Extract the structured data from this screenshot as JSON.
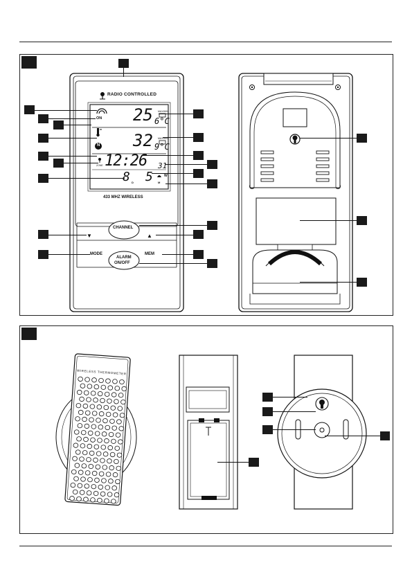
{
  "figure_a": {
    "radio_label": "RADIO CONTROLLED",
    "on_label": "ON",
    "temp1_main": "25",
    "temp1_dec": "6°C",
    "temp2_main": "32",
    "temp2_dec": "9°C",
    "time": "12:26",
    "seconds": "31",
    "date_left": "8",
    "date_right": "5",
    "date_sub_left": "D",
    "date_sub_right": "M",
    "weekday_indicator": "W",
    "zone_label": "ZONE",
    "indoor_symbol": "N",
    "frequency_label": "433 MHZ WIRELESS",
    "button_channel": "CHANNEL",
    "button_down": "▼",
    "button_up": "▲",
    "button_mode": "MODE",
    "button_mem": "MEM",
    "button_alarm_line1": "ALARM",
    "button_alarm_line2": "ON/OFF",
    "tiny_label_1": "MAX/MIN",
    "tiny_label_2": "MAX/MIN"
  },
  "figure_b": {
    "sensor_brand_label": "WIRELESS THERMOMETER"
  },
  "colors": {
    "ink": "#111111",
    "badge": "#1a1a1a",
    "lcd_bg": "#ffffff",
    "device_fill": "#ffffff"
  }
}
